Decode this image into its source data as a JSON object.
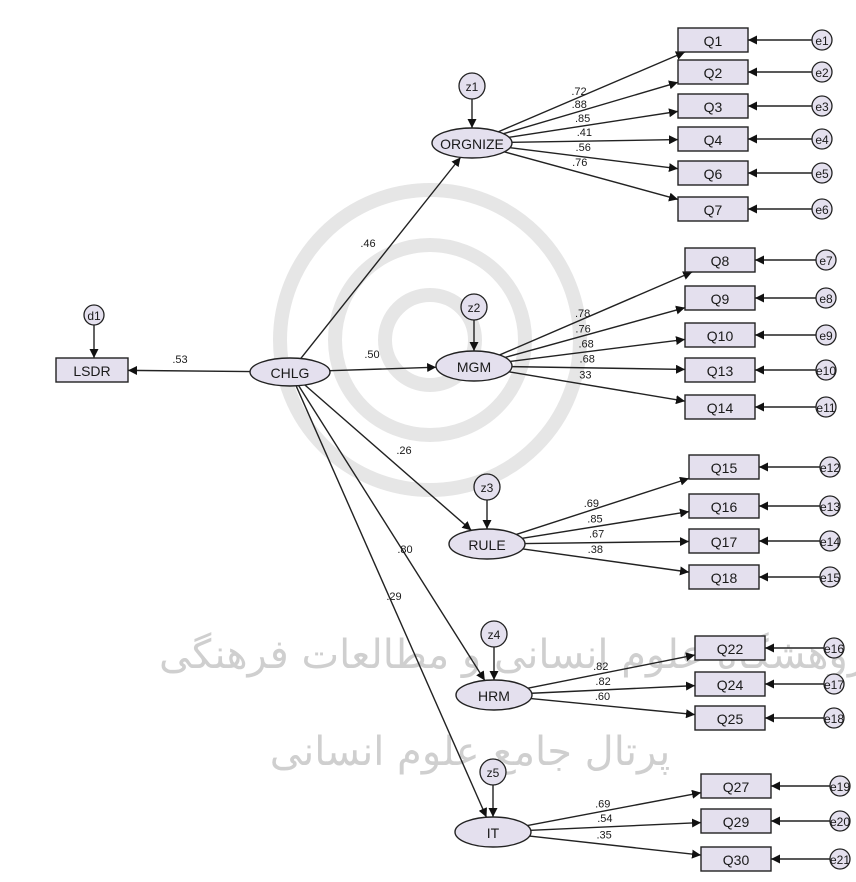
{
  "diagram": {
    "watermark": {
      "line1": "پژوهشگاه علوم انسانی و مطالعات فرهنگی",
      "line2": "پرتال جامع علوم انسانی"
    },
    "central": {
      "label": "CHLG"
    },
    "outcome": {
      "label": "LSDR",
      "error": "d1",
      "coef": ".53"
    },
    "latents": [
      {
        "label": "ORGNIZE",
        "disturbance": "z1",
        "coef": ".46",
        "indicators": [
          {
            "label": "Q1",
            "coef": ".72",
            "error": "e1"
          },
          {
            "label": "Q2",
            "coef": ".88",
            "error": "e2"
          },
          {
            "label": "Q3",
            "coef": ".85",
            "error": "e3"
          },
          {
            "label": "Q4",
            "coef": ".41",
            "error": "e4"
          },
          {
            "label": "Q6",
            "coef": ".56",
            "error": "e5"
          },
          {
            "label": "Q7",
            "coef": ".76",
            "error": "e6"
          }
        ]
      },
      {
        "label": "MGM",
        "disturbance": "z2",
        "coef": ".50",
        "indicators": [
          {
            "label": "Q8",
            "coef": ".78",
            "error": "e7"
          },
          {
            "label": "Q9",
            "coef": ".76",
            "error": "e8"
          },
          {
            "label": "Q10",
            "coef": ".68",
            "error": "e9"
          },
          {
            "label": "Q13",
            "coef": ".68",
            "error": "e10"
          },
          {
            "label": "Q14",
            "coef": "33",
            "error": "e11"
          }
        ]
      },
      {
        "label": "RULE",
        "disturbance": "z3",
        "coef": ".26",
        "indicators": [
          {
            "label": "Q15",
            "coef": ".69",
            "error": "e12"
          },
          {
            "label": "Q16",
            "coef": ".85",
            "error": "e13"
          },
          {
            "label": "Q17",
            "coef": ".67",
            "error": "e14"
          },
          {
            "label": "Q18",
            "coef": ".38",
            "error": "e15"
          }
        ]
      },
      {
        "label": "HRM",
        "disturbance": "z4",
        "coef": ".80",
        "indicators": [
          {
            "label": "Q22",
            "coef": ".82",
            "error": "e16"
          },
          {
            "label": "Q24",
            "coef": ".82",
            "error": "e17"
          },
          {
            "label": "Q25",
            "coef": ".60",
            "error": "e18"
          }
        ]
      },
      {
        "label": "IT",
        "disturbance": "z5",
        "coef": ".29",
        "indicators": [
          {
            "label": "Q27",
            "coef": ".69",
            "error": "e19"
          },
          {
            "label": "Q29",
            "coef": ".54",
            "error": "e20"
          },
          {
            "label": "Q30",
            "coef": ".35",
            "error": "e21"
          }
        ]
      }
    ]
  },
  "colors": {
    "node_fill": "#e4e0ee",
    "stroke": "#222222",
    "watermark": "#cfcfcf"
  }
}
